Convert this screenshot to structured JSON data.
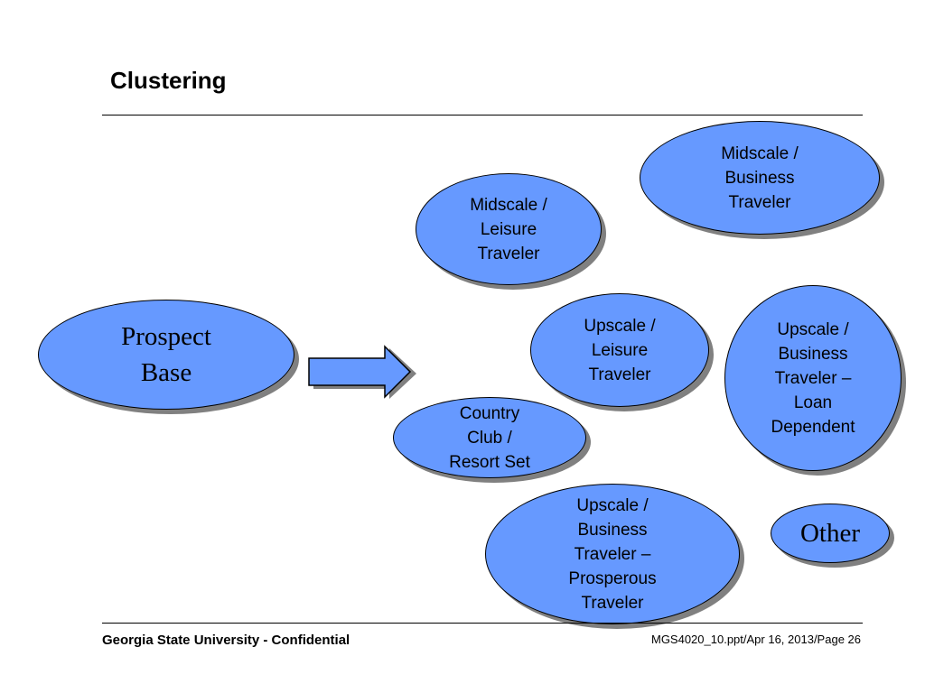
{
  "slide": {
    "title": "Clustering",
    "footer_left": "Georgia State University - Confidential",
    "footer_right": "MGS4020_10.ppt/Apr 16, 2013/Page 26"
  },
  "nodes": {
    "prospect_base": "Prospect\nBase",
    "midscale_business": "Midscale /\nBusiness\nTraveler",
    "midscale_leisure": "Midscale /\nLeisure\nTraveler",
    "upscale_leisure": "Upscale /\nLeisure\nTraveler",
    "upscale_business_loan": "Upscale /\nBusiness\nTraveler –\nLoan\nDependent",
    "country_club": "Country\nClub /\nResort Set",
    "upscale_business_prosperous": "Upscale /\nBusiness\nTraveler –\nProsperous\nTraveler",
    "other": "Other"
  },
  "colors": {
    "node_fill": "#6699ff",
    "node_shadow": "#808080"
  }
}
